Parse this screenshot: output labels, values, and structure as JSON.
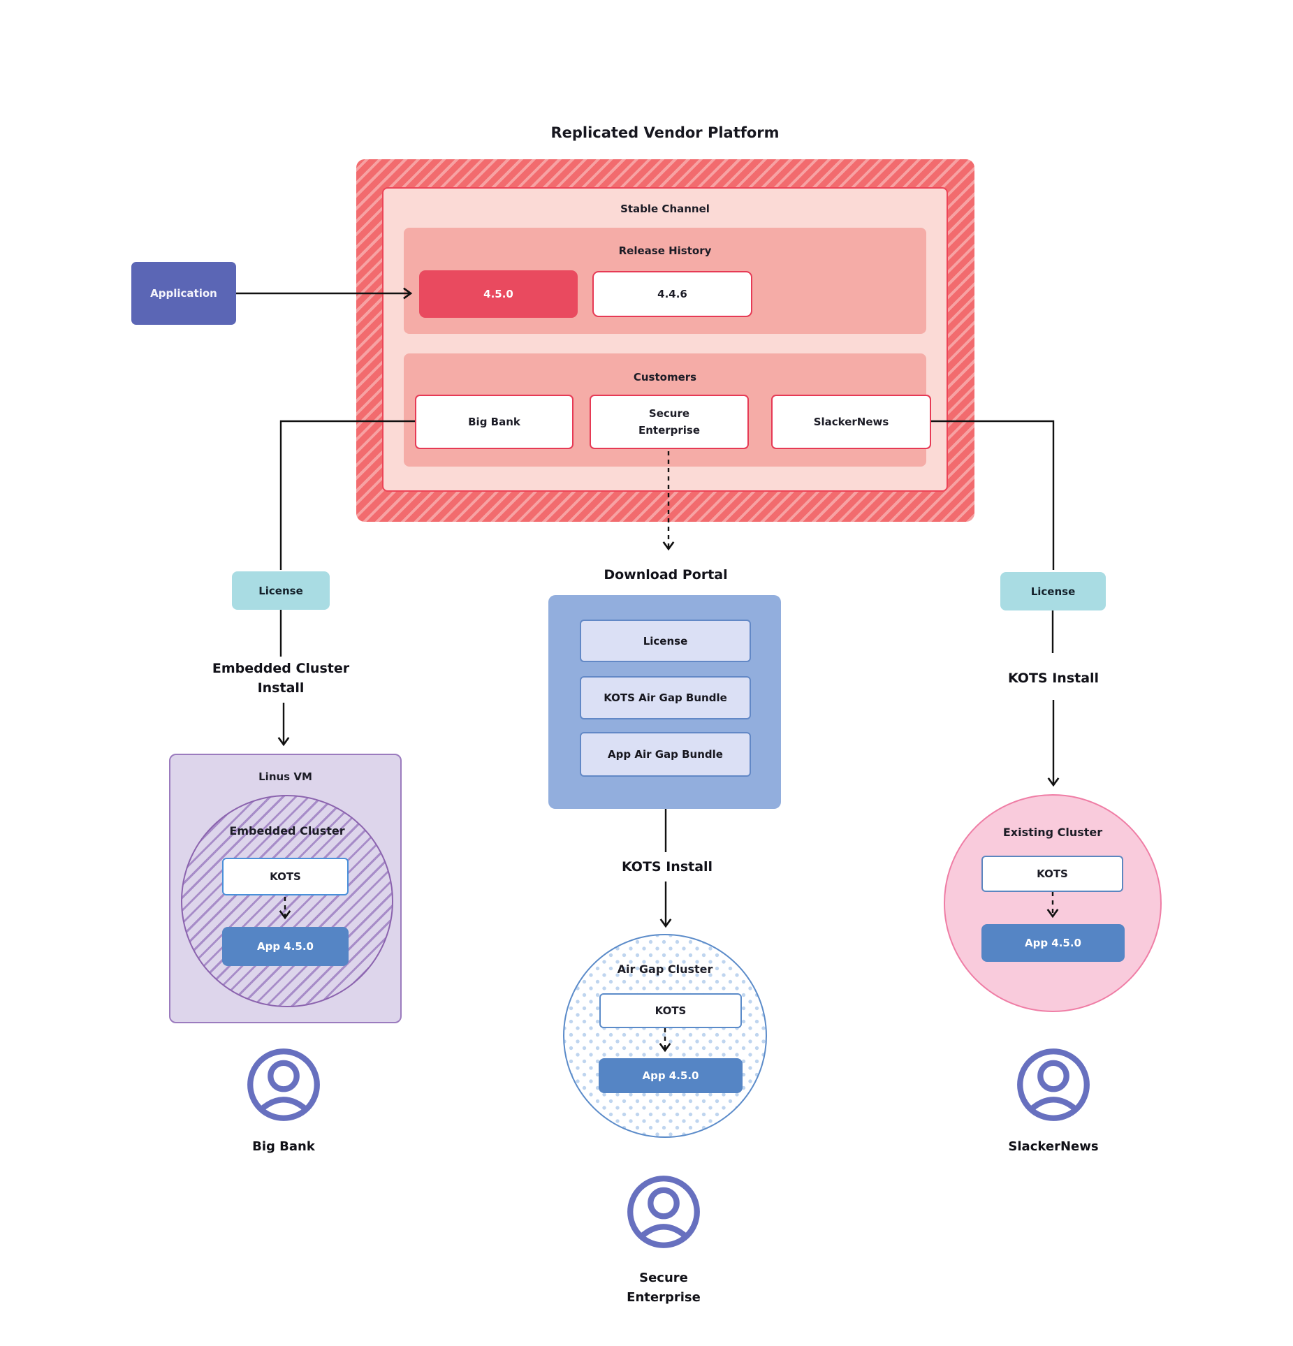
{
  "title": "Replicated Vendor Platform",
  "platform": {
    "stable_channel_label": "Stable Channel",
    "release_history_label": "Release History",
    "release_current": "4.5.0",
    "release_previous": "4.4.6",
    "customers_label": "Customers",
    "customers": [
      "Big Bank",
      "Secure\nEnterprise",
      "SlackerNews"
    ]
  },
  "application_label": "Application",
  "left_flow": {
    "license_label": "License",
    "install_label": "Embedded Cluster\nInstall",
    "vm_label": "Linus VM",
    "cluster_label": "Embedded Cluster",
    "kots_label": "KOTS",
    "app_label": "App 4.5.0",
    "customer_label": "Big Bank"
  },
  "middle_flow": {
    "portal_title": "Download Portal",
    "portal_items": [
      "License",
      "KOTS Air Gap Bundle",
      "App Air Gap Bundle"
    ],
    "install_label": "KOTS Install",
    "cluster_label": "Air Gap Cluster",
    "kots_label": "KOTS",
    "app_label": "App 4.5.0",
    "customer_label": "Secure\nEnterprise"
  },
  "right_flow": {
    "license_label": "License",
    "install_label": "KOTS Install",
    "cluster_label": "Existing Cluster",
    "kots_label": "KOTS",
    "app_label": "App 4.5.0",
    "customer_label": "SlackerNews"
  },
  "colors": {
    "platform_fill": "#F26B6E",
    "platform_stripe": "#F7A2A3",
    "stable_fill": "#FBDAD6",
    "panel_fill": "#F5ACA7",
    "red_accent": "#E63A55",
    "release_current_fill": "#E94A5F",
    "application_fill": "#5B66B5",
    "license_fill": "#A9DCE3",
    "portal_fill": "#92AEDD",
    "portal_item_fill": "#DBE0F5",
    "portal_item_border": "#6288C6",
    "app_blue": "#5585C5",
    "vm_fill": "#DDD5EB",
    "vm_border": "#9B7BBE",
    "cluster_purple": "#8B63AE",
    "cluster_hatch": "#A78CC8",
    "existing_fill": "#F9CBDC",
    "existing_border": "#EF7DA5",
    "airgap_border": "#5B8BC9",
    "airgap_dot": "#BFD5EF",
    "user_icon": "#6770BF",
    "connector": "#111111"
  }
}
